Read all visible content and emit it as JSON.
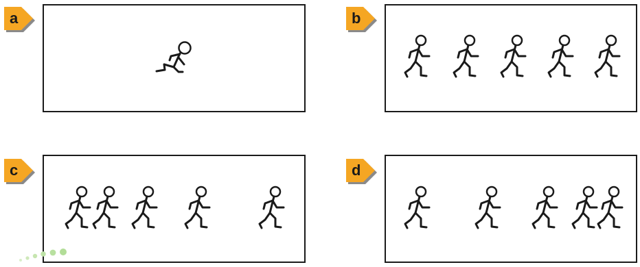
{
  "panels": [
    {
      "label": "a",
      "figures": [
        "crouching"
      ]
    },
    {
      "label": "b",
      "figures": [
        "running",
        "running",
        "running",
        "running",
        "running"
      ]
    },
    {
      "label": "c",
      "figures": [
        "running",
        "running",
        "running",
        "running",
        "running"
      ]
    },
    {
      "label": "d",
      "figures": [
        "running",
        "running",
        "running",
        "running",
        "running"
      ]
    }
  ],
  "colors": {
    "tag_fill": "#f5a623",
    "tag_shadow": "#8a8a8a",
    "outline": "#1a1a1a",
    "dots": "#bfe3a8"
  },
  "icons": {
    "tag": "orange-arrow-tag-icon",
    "figure": "stick-figure-runner-icon",
    "crouch": "stick-figure-crouching-icon",
    "dots": "decorative-dots-icon"
  }
}
